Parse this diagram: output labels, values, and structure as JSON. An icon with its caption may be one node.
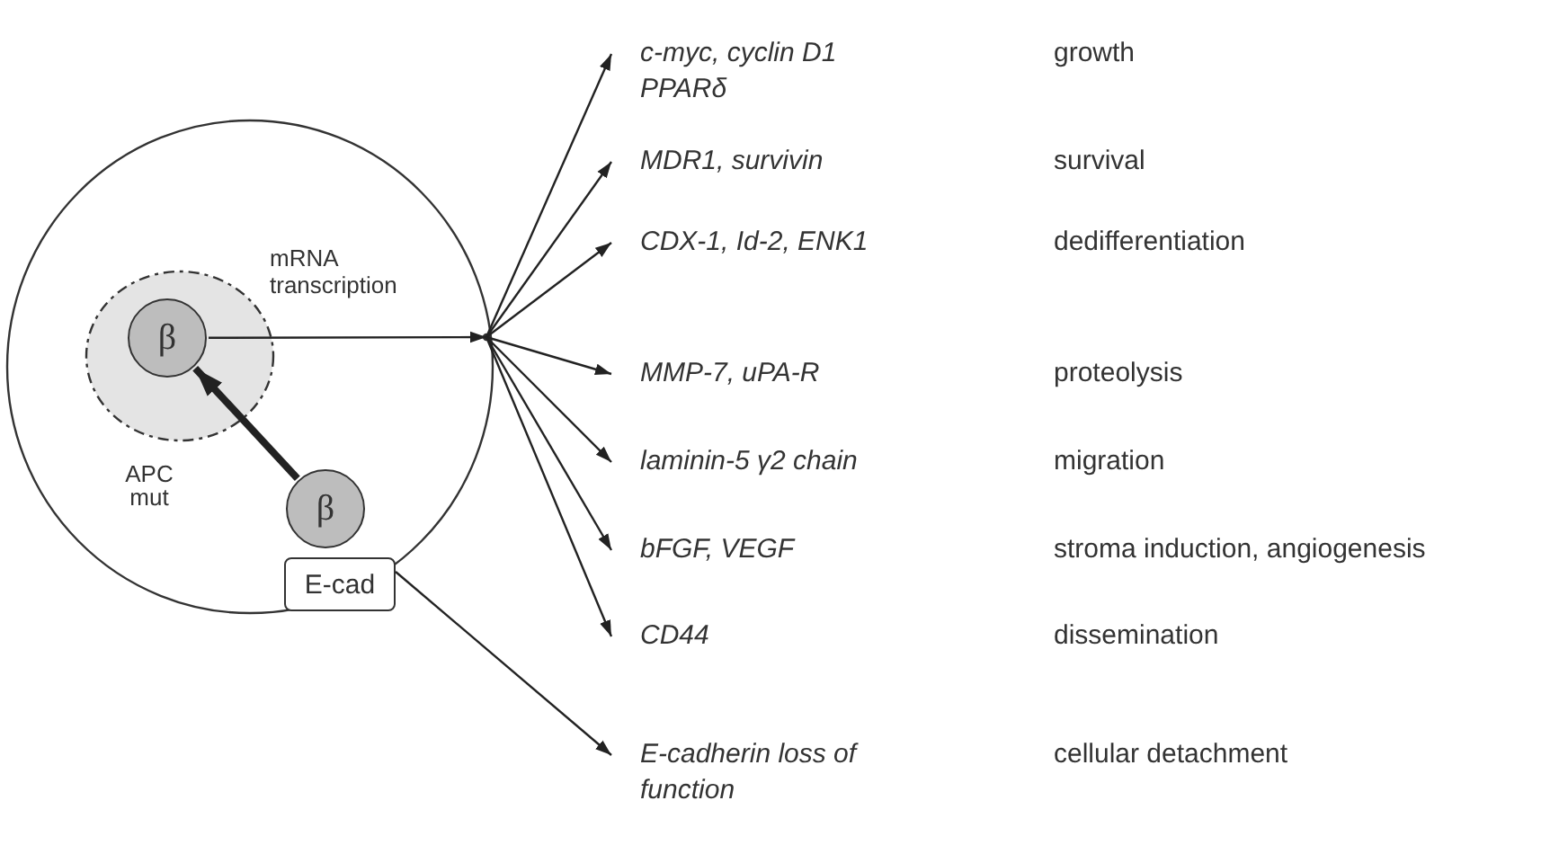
{
  "diagram": {
    "nodes": [
      {
        "text": [],
        "shape": "circle"
      },
      {
        "text": [],
        "shape": "circle",
        "in": 0
      },
      {
        "text": [
          "β"
        ],
        "in": 1
      },
      {
        "text": [
          "β"
        ],
        "in": 0
      },
      {
        "text": [
          "E-cad"
        ],
        "in": 0
      },
      {
        "text": [],
        "shape": "point",
        "in": 0
      },
      {
        "text": [
          "c-myc, cyclin D1 PPARδ"
        ],
        "beside": [
          "growth"
        ]
      },
      {
        "text": [
          "MDR1, survivin"
        ],
        "beside": [
          "survival"
        ]
      },
      {
        "text": [
          "CDX-1, Id-2, ENK1"
        ],
        "beside": [
          "dedifferentiation"
        ]
      },
      {
        "text": [
          "MMP-7, uPA-R"
        ],
        "beside": [
          "proteolysis"
        ]
      },
      {
        "text": [
          "laminin-5 γ2 chain"
        ],
        "beside": [
          "migration"
        ]
      },
      {
        "text": [
          "bFGF, VEGF"
        ],
        "beside": [
          "stroma induction, angiogenesis"
        ]
      },
      {
        "text": [
          "CD44"
        ],
        "beside": [
          "dissemination"
        ]
      },
      {
        "text": [
          "E-cadherin loss of function"
        ],
        "beside": [
          "cellular detachment"
        ]
      }
    ],
    "edges": [
      {
        "from": 3,
        "to": 2,
        "arrow": "to",
        "style": "thick"
      },
      {
        "from": 2,
        "to": 5,
        "arrow": "to",
        "label": "mRNA transcription"
      },
      {
        "from": 5,
        "to": 6,
        "arrow": "to"
      },
      {
        "from": 5,
        "to": 7,
        "arrow": "to"
      },
      {
        "from": 5,
        "to": 8,
        "arrow": "to"
      },
      {
        "from": 5,
        "to": 9,
        "arrow": "to"
      },
      {
        "from": 5,
        "to": 10,
        "arrow": "to"
      },
      {
        "from": 5,
        "to": 11,
        "arrow": "to"
      },
      {
        "from": 5,
        "to": 12,
        "arrow": "to"
      },
      {
        "from": 4,
        "to": 13,
        "arrow": "to"
      }
    ],
    "labels": [
      "APC mut"
    ]
  }
}
